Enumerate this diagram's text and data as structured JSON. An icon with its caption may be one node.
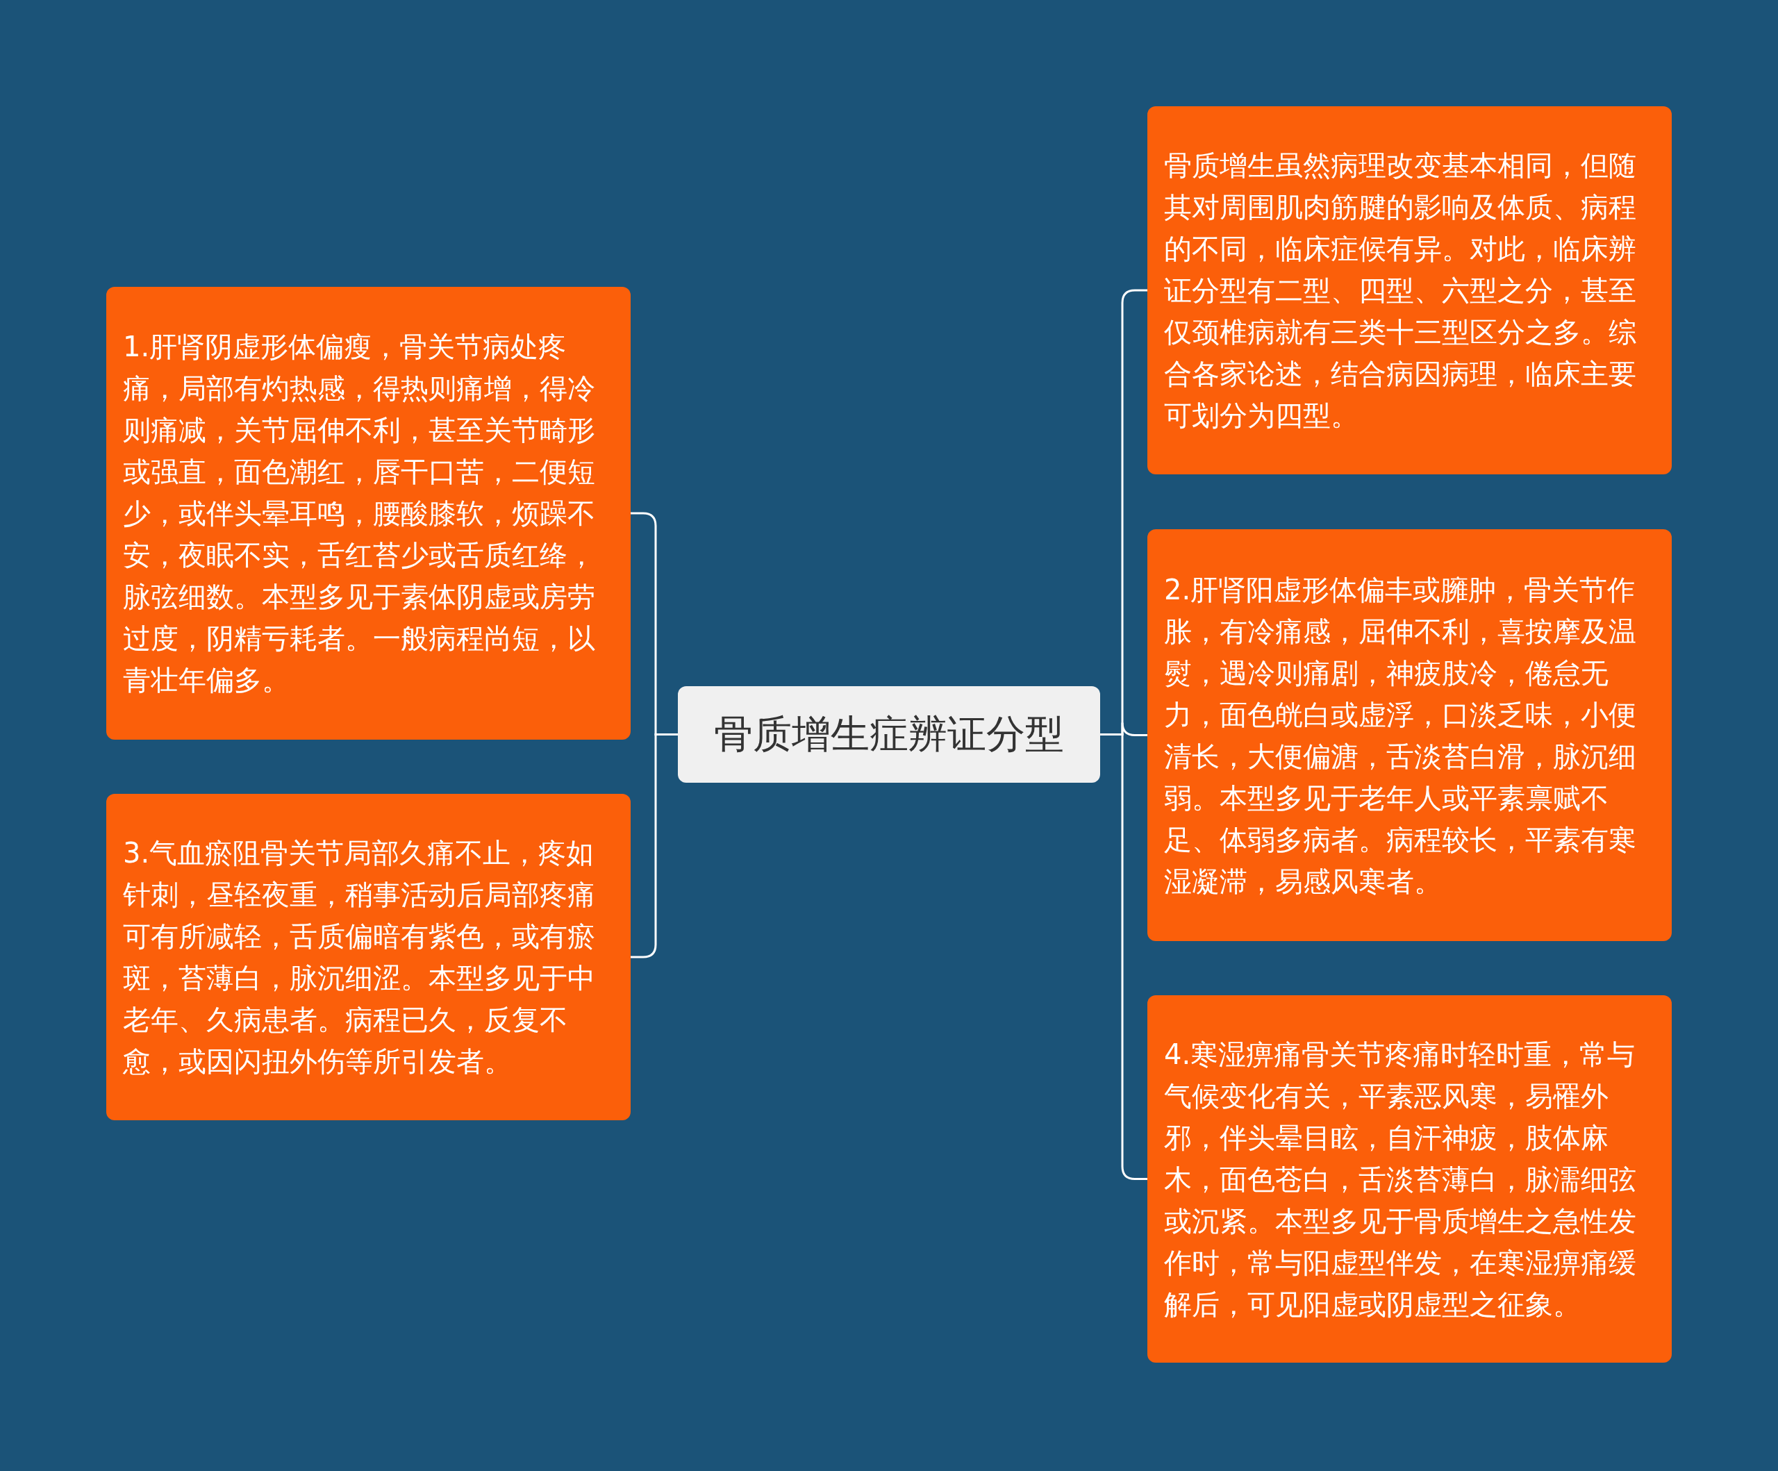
{
  "diagram": {
    "nodes": [
      {
        "text": [
          "骨质增生症辨证分型"
        ]
      },
      {
        "text": [
          "1.肝肾阴虚形体偏瘦，骨关节病处疼痛，局部有灼热感，得热则痛增，得冷则痛减，关节屈伸不利，甚至关节畸形或强直，面色潮红，唇干口苦，二便短少，或伴头晕耳鸣，腰酸膝软，烦躁不安，夜眠不实，舌红苔少或舌质红绛，脉弦细数。本型多见于素体阴虚或房劳过度，阴精亏耗者。一般病程尚短，以青壮年偏多。"
        ]
      },
      {
        "text": [
          "3.气血瘀阻骨关节局部久痛不止，疼如针刺，昼轻夜重，稍事活动后局部疼痛可有所减轻，舌质偏暗有紫色，或有瘀斑，苔薄白，脉沉细涩。本型多见于中老年、久病患者。病程已久，反复不愈，或因闪扭外伤等所引发者。"
        ]
      },
      {
        "text": [
          "骨质增生虽然病理改变基本相同，但随其对周围肌肉筋腱的影响及体质、病程的不同，临床症候有异。对此，临床辨证分型有二型、四型、六型之分，甚至仅颈椎病就有三类十三型区分之多。综合各家论述，结合病因病理，临床主要可划分为四型。"
        ]
      },
      {
        "text": [
          "2.肝肾阳虚形体偏丰或臃肿，骨关节作胀，有冷痛感，屈伸不利，喜按摩及温熨，遇冷则痛剧，神疲肢冷，倦怠无力，面色㿠白或虚浮，口淡乏味，小便清长，大便偏溏，舌淡苔白滑，脉沉细弱。本型多见于老年人或平素禀赋不足、体弱多病者。病程较长，平素有寒湿凝滞，易感风寒者。"
        ]
      },
      {
        "text": [
          "4.寒湿痹痛骨关节疼痛时轻时重，常与气候变化有关，平素恶风寒，易罹外邪，伴头晕目眩，自汗神疲，肢体麻木，面色苍白，舌淡苔薄白，脉濡细弦或沉紧。本型多见于骨质增生之急性发作时，常与阳虚型伴发，在寒湿痹痛缓解后，可见阳虚或阴虚型之征象。"
        ]
      }
    ],
    "edges": [
      {
        "from": 0,
        "to": 1,
        "arrow": "none"
      },
      {
        "from": 0,
        "to": 2,
        "arrow": "none"
      },
      {
        "from": 0,
        "to": 3,
        "arrow": "none"
      },
      {
        "from": 0,
        "to": 4,
        "arrow": "none"
      },
      {
        "from": 0,
        "to": 5,
        "arrow": "none"
      }
    ]
  }
}
